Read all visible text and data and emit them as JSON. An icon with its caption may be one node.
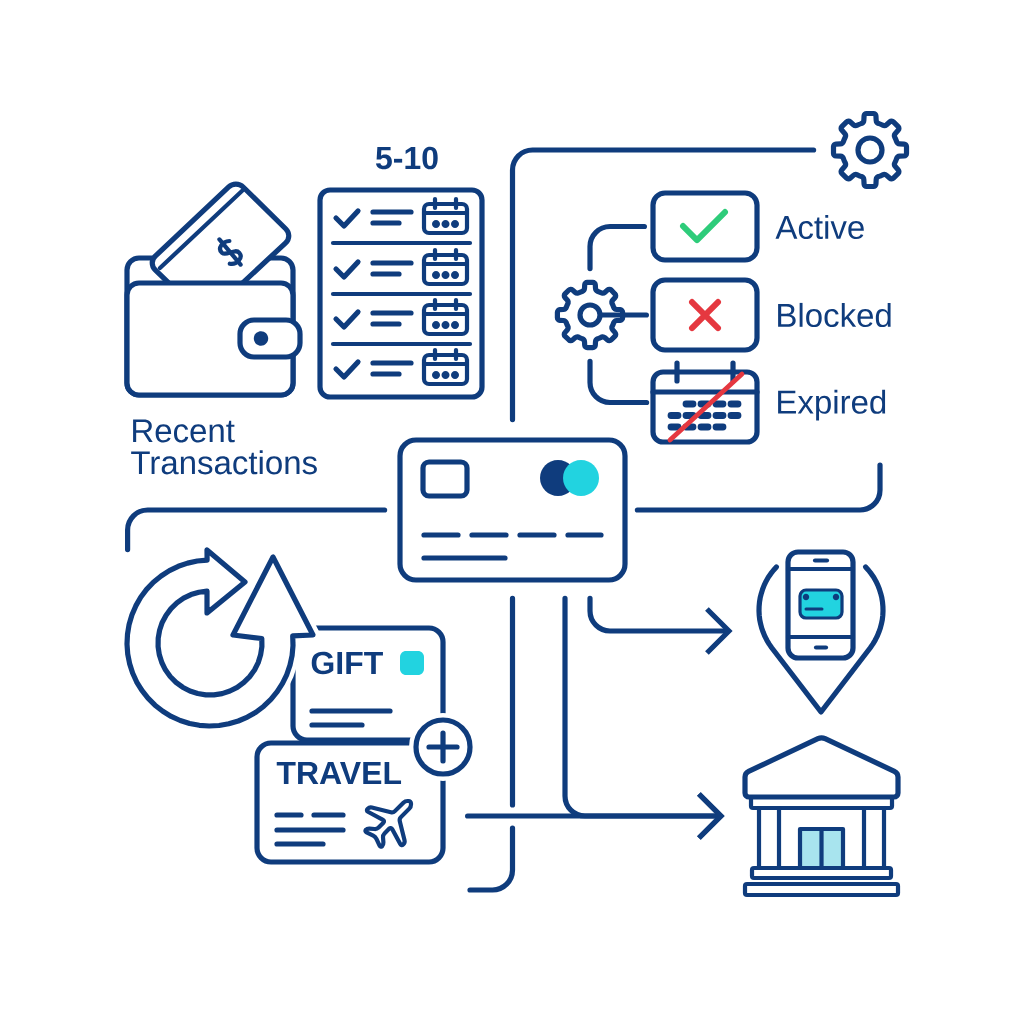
{
  "diagram": {
    "nodes": [
      {
        "text": [],
        "shape": "picture",
        "beside": [
          "Recent Transactions"
        ]
      },
      {
        "text": [
          "5-10"
        ]
      },
      {
        "text": [],
        "shape": "picture"
      },
      {
        "text": [],
        "shape": "picture"
      },
      {
        "text": [],
        "shape": "box",
        "beside": [
          "Active"
        ]
      },
      {
        "text": [],
        "shape": "box",
        "beside": [
          "Blocked"
        ]
      },
      {
        "text": [],
        "shape": "picture",
        "beside": [
          "Expired"
        ]
      },
      {
        "text": [],
        "shape": "picture"
      },
      {
        "text": [],
        "shape": "picture"
      },
      {
        "text": [
          "GIFT"
        ]
      },
      {
        "text": [
          "TRAVEL"
        ]
      },
      {
        "text": [],
        "shape": "picture"
      },
      {
        "text": [],
        "shape": "picture"
      }
    ],
    "edges": [
      {
        "from": 7,
        "to": 2,
        "arrow": "none"
      },
      {
        "from": 3,
        "to": 4,
        "arrow": "none"
      },
      {
        "from": 3,
        "to": 5,
        "arrow": "none"
      },
      {
        "from": 3,
        "to": 6,
        "arrow": "none"
      },
      {
        "from": 7,
        "to": 8,
        "arrow": "none"
      },
      {
        "from": 7,
        "to": null,
        "arrow": "none"
      },
      {
        "from": 7,
        "to": null,
        "arrow": "none"
      },
      {
        "from": 7,
        "to": 11,
        "arrow": "to"
      },
      {
        "from": 7,
        "to": 12,
        "arrow": "to"
      },
      {
        "from": 10,
        "to": 12,
        "arrow": "to"
      }
    ]
  }
}
